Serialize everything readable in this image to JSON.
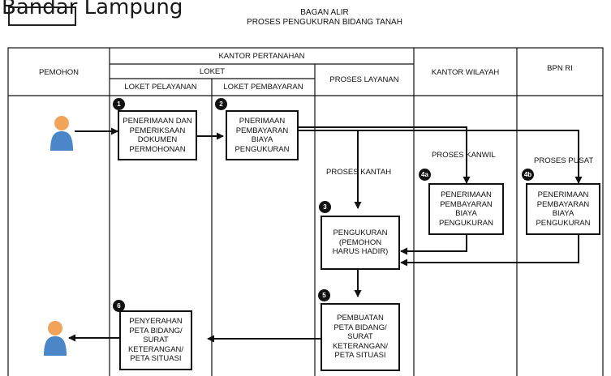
{
  "page_title": "Bandar Lampung",
  "chart": {
    "title_line1": "BAGAN ALIR",
    "title_line2": "PROSES PENGUKURAN BIDANG TANAH"
  },
  "headers": {
    "kantor_pertanahan": "KANTOR PERTANAHAN",
    "loket": "LOKET",
    "pemohon": "PEMOHON",
    "loket_pelayanan": "LOKET PELAYANAN",
    "loket_pembayaran": "LOKET PEMBAYARAN",
    "proses_layanan": "PROSES LAYANAN",
    "kantor_wilayah": "KANTOR WILAYAH",
    "bpn_ri": "BPN RI"
  },
  "steps": [
    {
      "num": "1",
      "text": "PENERIMAAN DAN\nPEMERIKSAAN\nDOKUMEN\nPERMOHONAN"
    },
    {
      "num": "2",
      "text": "PNERIMAAN\nPEMBAYARAN\nBIAYA\nPENGUKURAN"
    },
    {
      "num": "3",
      "text": "PENGUKURAN\n(PEMOHON\nHARUS HADIR)"
    },
    {
      "num": "4a",
      "text": "PENERIMAAN\nPEMBAYARAN\nBIAYA\nPENGUKURAN"
    },
    {
      "num": "4b",
      "text": "PENERIMAAN\nPEMBAYARAN\nBIAYA\nPENGUKURAN"
    },
    {
      "num": "5",
      "text": "PEMBUATAN\nPETA BIDANG/\nSURAT\nKETERANGAN/\nPETA SITUASI"
    },
    {
      "num": "6",
      "text": "PENYERAHAN\nPETA BIDANG/\nSURAT\nKETERANGAN/\nPETA SITUASI"
    }
  ],
  "labels": {
    "proses_kantah": "PROSES KANTAH",
    "proses_kanwil": "PROSES KANWIL",
    "proses_pusat": "PROSES PUSAT"
  },
  "colors": {
    "person_head": "#f2a35a",
    "person_body": "#4a86c8"
  }
}
